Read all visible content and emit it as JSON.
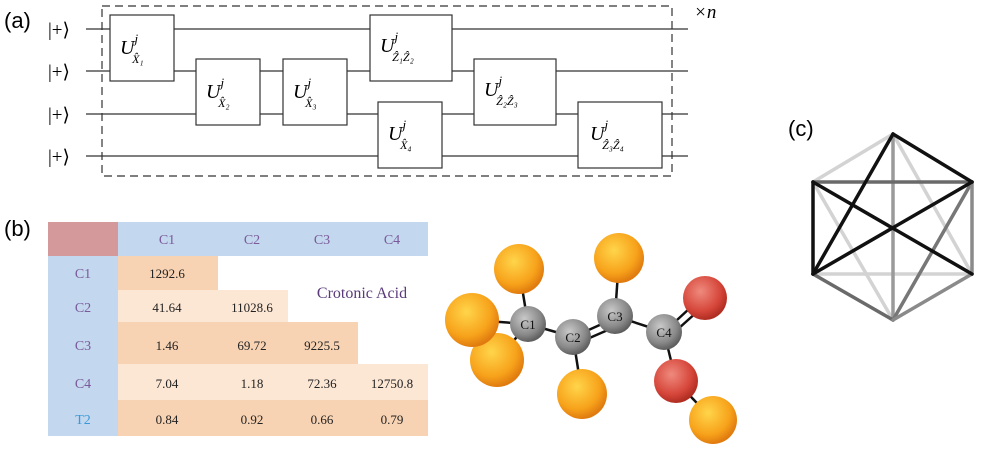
{
  "panels": {
    "a": "(a)",
    "b": "(b)",
    "c": "(c)"
  },
  "circuit": {
    "repeat_label": "×n",
    "qubit_state": "|+⟩",
    "gates": [
      {
        "op": "U",
        "sup": "j",
        "sub": "X̂₁"
      },
      {
        "op": "U",
        "sup": "j",
        "sub": "X̂₂"
      },
      {
        "op": "U",
        "sup": "j",
        "sub": "X̂₃"
      },
      {
        "op": "U",
        "sup": "j",
        "sub": "Ẑ₁Ẑ₂"
      },
      {
        "op": "U",
        "sup": "j",
        "sub": "X̂₄"
      },
      {
        "op": "U",
        "sup": "j",
        "sub": "Ẑ₂Ẑ₃"
      },
      {
        "op": "U",
        "sup": "j",
        "sub": "Ẑ₃Ẑ₄"
      }
    ]
  },
  "table": {
    "col_headers": [
      "C1",
      "C2",
      "C3",
      "C4"
    ],
    "row_headers": [
      "C1",
      "C2",
      "C3",
      "C4",
      "T2"
    ],
    "cells": [
      [
        "1292.6",
        "",
        "",
        ""
      ],
      [
        "41.64",
        "11028.6",
        "",
        ""
      ],
      [
        "1.46",
        "69.72",
        "9225.5",
        ""
      ],
      [
        "7.04",
        "1.18",
        "72.36",
        "12750.8"
      ],
      [
        "0.84",
        "0.92",
        "0.66",
        "0.79"
      ]
    ],
    "caption": "Crotonic Acid",
    "colors": {
      "corner": "#d4999b",
      "header": "#c3d7ee",
      "row_dark": "#f8d3b3",
      "row_light": "#fce6d4",
      "header_text": "#7a5a9a",
      "t2_text": "#3a9ad9"
    }
  },
  "molecule": {
    "atom_labels": [
      "C1",
      "C2",
      "C3",
      "C4"
    ],
    "colors": {
      "carbon": "#8a8a8a",
      "hydrogen": "#f5a623",
      "oxygen": "#d9453a"
    }
  }
}
